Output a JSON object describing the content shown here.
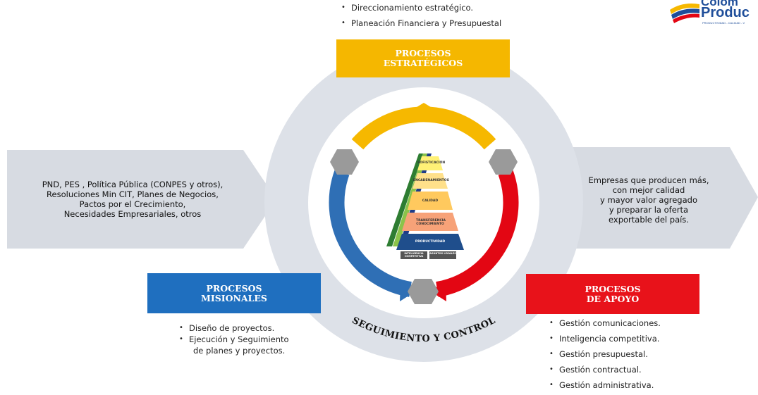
{
  "strategic": {
    "bullets": [
      "Direccionamiento estratégico.",
      "Planeación Financiera y Presupuestal"
    ],
    "title_line1": "PROCESOS",
    "title_line2": "ESTRATÉGICOS",
    "color": "#f5b700"
  },
  "inputs_text": [
    "PND, PES , Política Pública (CONPES y otros),",
    "Resoluciones Min CIT, Planes de Negocios,",
    "Pactos por el Crecimiento,",
    "Necesidades Empresariales, otros"
  ],
  "outputs_text": [
    "Empresas que producen más,",
    "con mejor calidad",
    "y mayor valor agregado",
    "y preparar la oferta",
    "exportable del país."
  ],
  "missional": {
    "title_line1": "PROCESOS",
    "title_line2": "MISIONALES",
    "bullets": [
      "Diseño de proyectos.",
      "Ejecución y Seguimiento",
      "de planes y proyectos."
    ],
    "color": "#1f6fbf"
  },
  "support": {
    "title_line1": "PROCESOS",
    "title_line2": "DE APOYO",
    "bullets": [
      "Gestión comunicaciones.",
      "Inteligencia competitiva.",
      "Gestión presupuestal.",
      "Gestión contractual.",
      "Gestión administrativa."
    ],
    "color": "#e8121a"
  },
  "ring_label": "SEGUIMIENTO Y CONTROL",
  "logo": {
    "line1": "Colom",
    "line2": "Produc",
    "tagline": "PRODUCTIVIDAD - CALIDAD - V"
  },
  "pyramid": {
    "levels": [
      "SOFISTICACIÓN",
      "ENCADENAMIENTOS",
      "CALIDAD",
      "TRANSFERENCIA CONOCIMIENTO",
      "PRODUCTIVIDAD"
    ],
    "base": [
      "INTELIGENCIA COMPETITIVA",
      "ASUNTOS LEGALES"
    ]
  },
  "colors": {
    "ring": "#dde1e8",
    "arrow_grey": "#d7dbe2",
    "hex_grey": "#9a9a9a",
    "blue_arc": "#2f6fb5",
    "red_arc": "#e30613",
    "yellow_arc": "#f6b800"
  }
}
